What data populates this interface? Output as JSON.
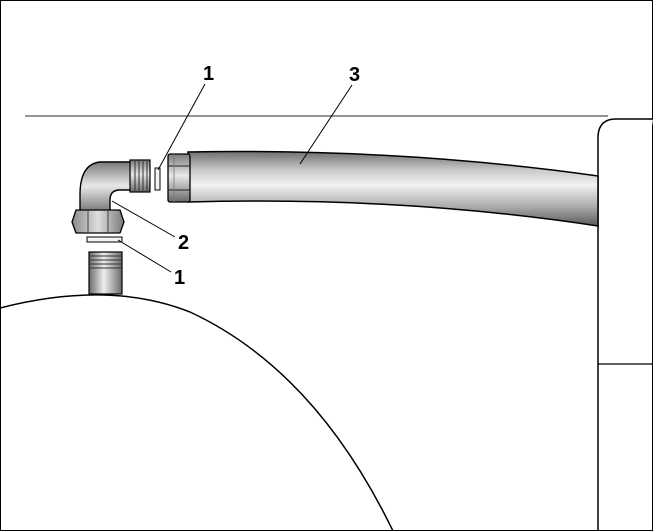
{
  "figure": {
    "callouts": [
      {
        "id": "seal_upper",
        "text": "1"
      },
      {
        "id": "hose",
        "text": "3"
      },
      {
        "id": "elbow_nut",
        "text": "2"
      },
      {
        "id": "seal_lower",
        "text": "1"
      }
    ]
  }
}
